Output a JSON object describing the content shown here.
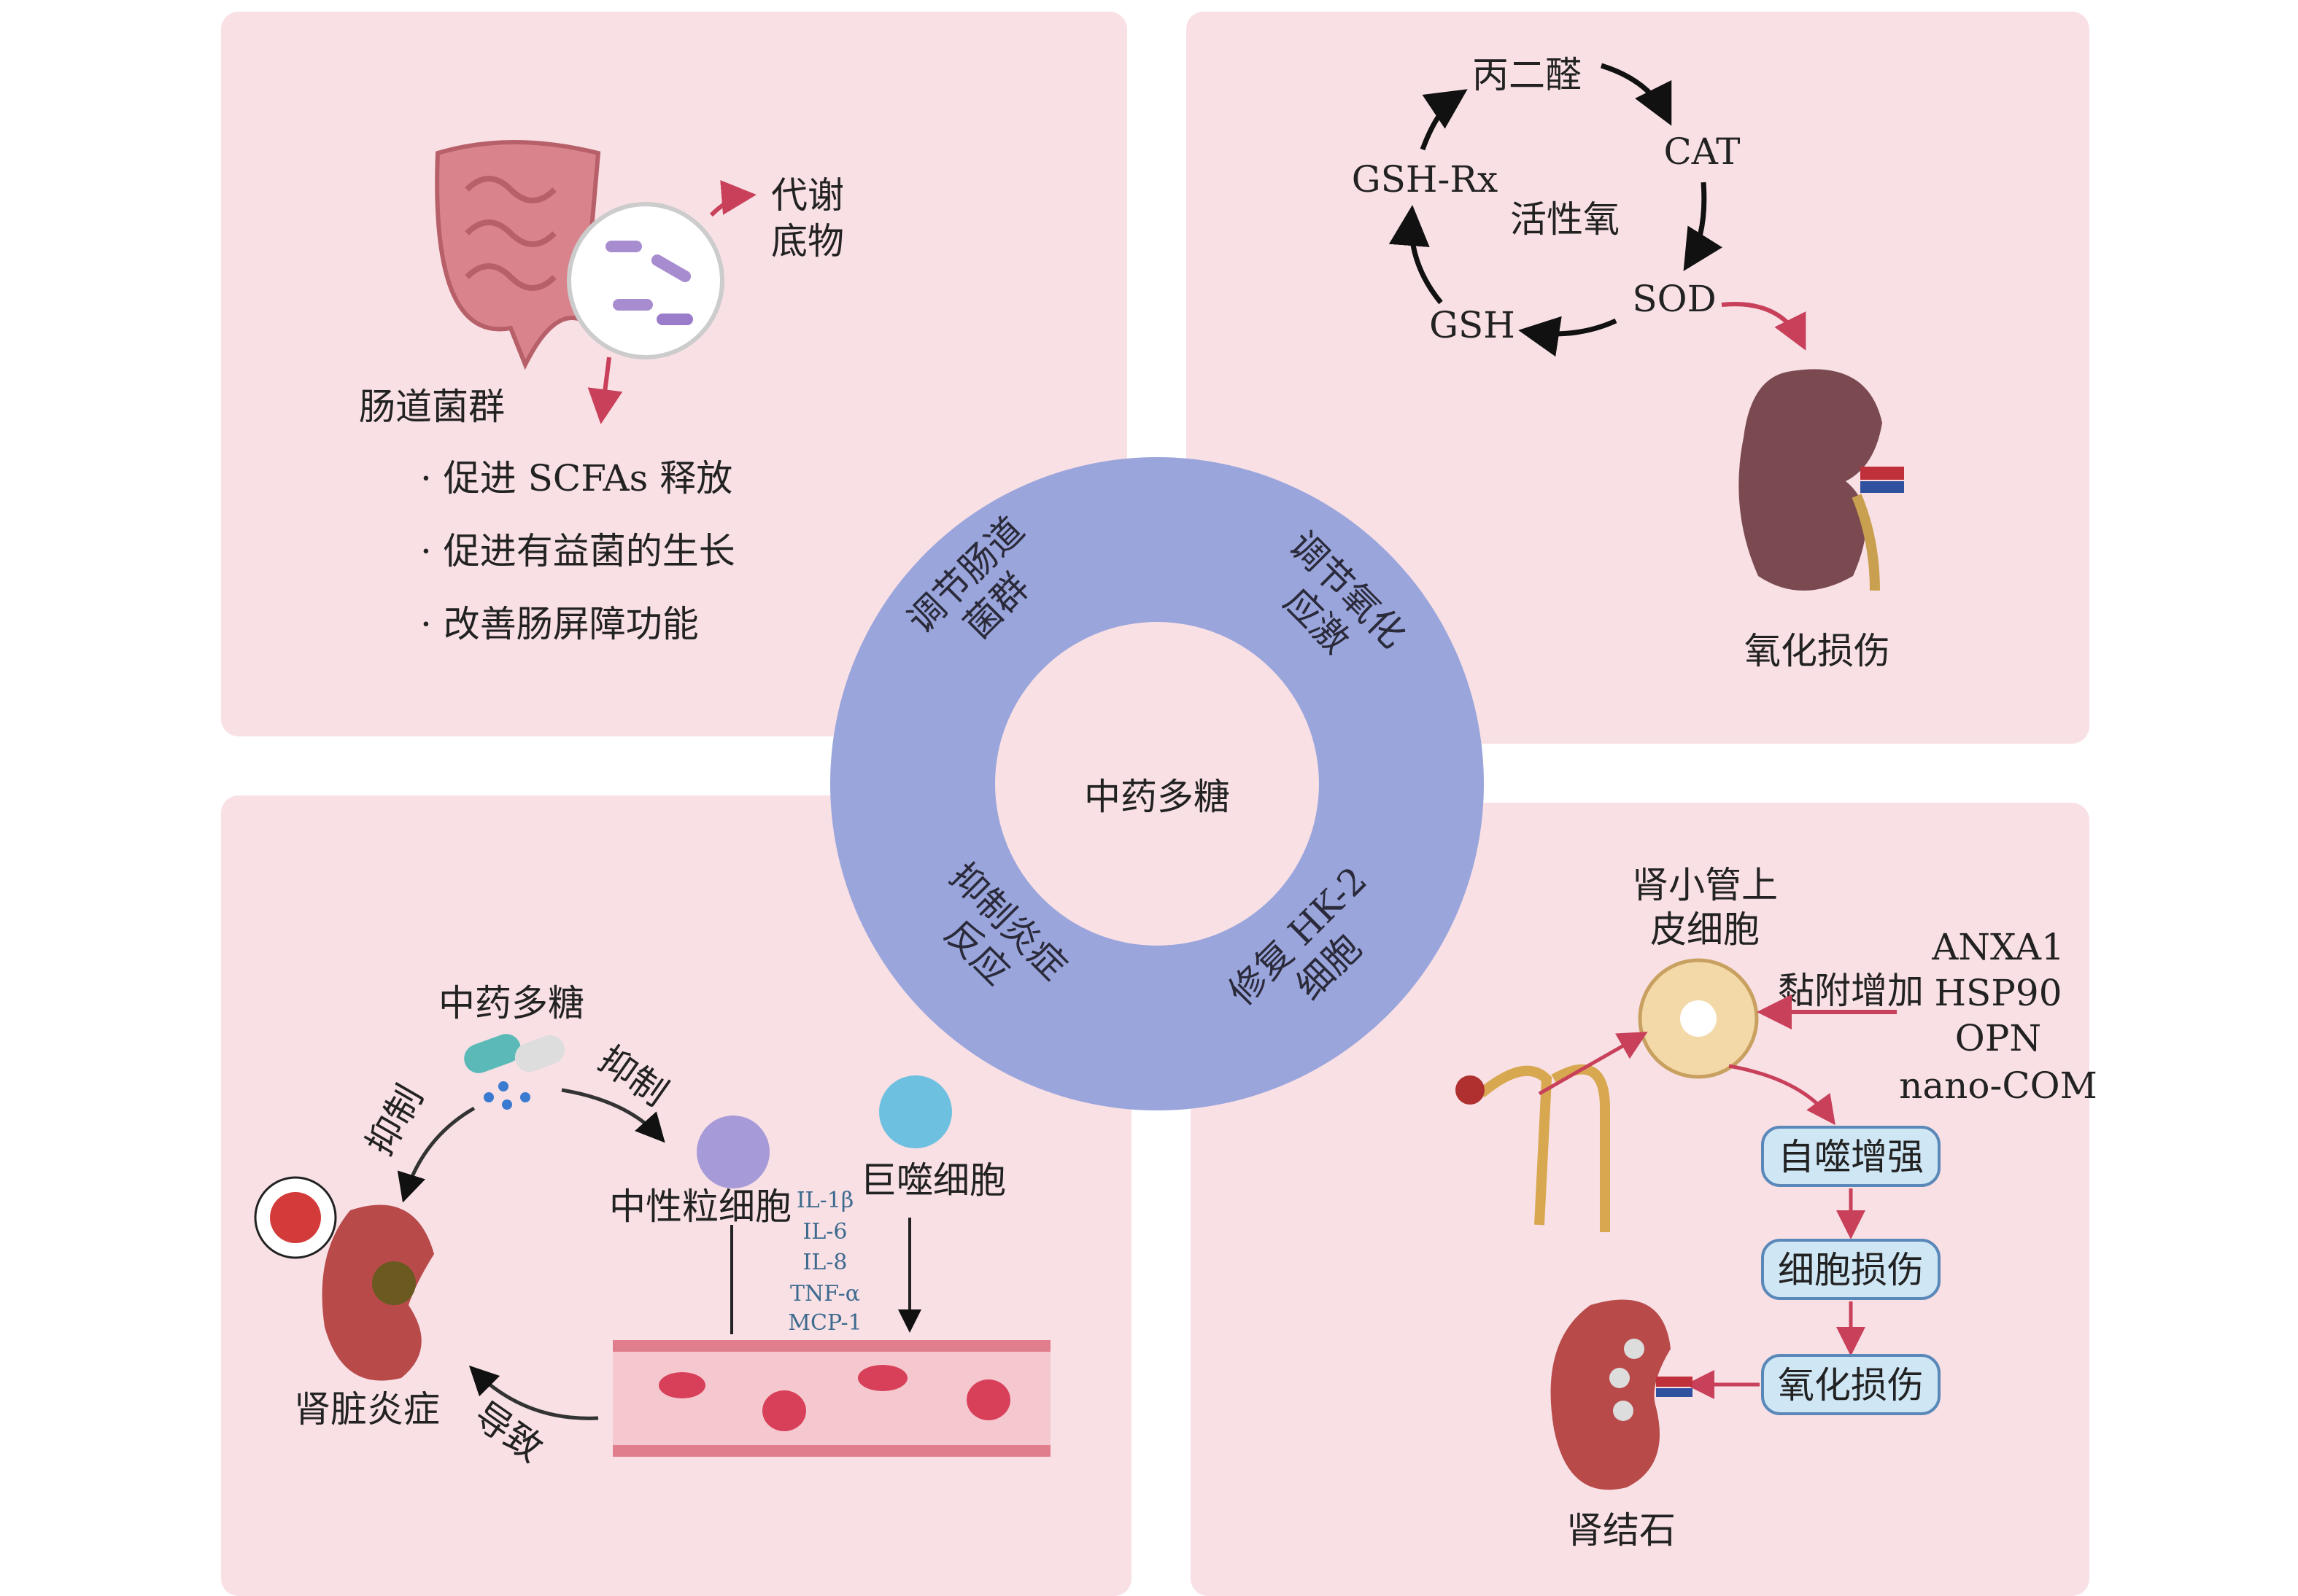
{
  "colors": {
    "panel": "#f8e0e5",
    "ring": "#9aa5dc",
    "arrow_red": "#c8405a",
    "box_fill": "#cfe6f5",
    "box_border": "#5a88b8"
  },
  "center": {
    "title": "中药多糖",
    "segments": [
      {
        "line1": "调节肠道",
        "line2": "菌群"
      },
      {
        "line1": "调节氧化",
        "line2": "应激"
      },
      {
        "line1": "抑制炎症",
        "line2": "反应"
      },
      {
        "line1": "修复 HK-2",
        "line2": "细胞"
      }
    ]
  },
  "gut": {
    "metab_line1": "代谢",
    "metab_line2": "底物",
    "label": "肠道菌群",
    "bullets": [
      "· 促进 SCFAs 释放",
      "· 促进有益菌的生长",
      "· 改善肠屏障功能"
    ]
  },
  "oxidative": {
    "cycle": {
      "mda": "丙二醛",
      "cat": "CAT",
      "sod": "SOD",
      "gsh": "GSH",
      "gshrx": "GSH-Rx",
      "ros": "活性氧"
    },
    "damage": "氧化损伤"
  },
  "inflammation": {
    "drug": "中药多糖",
    "inhibit_right": "抑制",
    "inhibit_left": "抑制",
    "neutrophil": "中性粒细胞",
    "macrophage": "巨噬细胞",
    "cytokines": [
      "IL-1β",
      "IL-6",
      "IL-8",
      "TNF-α",
      "MCP-1"
    ],
    "kidney": "肾脏炎症",
    "cause": "导致"
  },
  "hk2": {
    "cell_line1": "肾小管上",
    "cell_line2": "皮细胞",
    "adhesion": "黏附增加",
    "markers": [
      "ANXA1",
      "HSP90",
      "OPN",
      "nano-COM"
    ],
    "steps": [
      "自噬增强",
      "细胞损伤",
      "氧化损伤"
    ],
    "stone": "肾结石"
  }
}
